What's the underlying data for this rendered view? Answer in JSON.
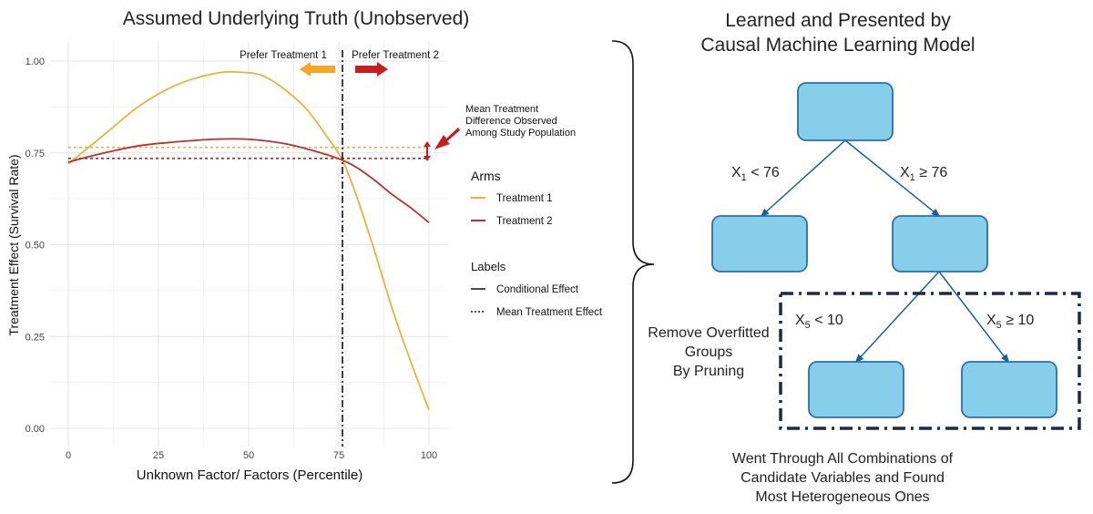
{
  "left_panel": {
    "title": "Assumed Underlying Truth (Unobserved)",
    "annotations": {
      "prefer_1": "Prefer Treatment 1",
      "prefer_2": "Prefer Treatment 2",
      "mean_diff": [
        "Mean Treatment",
        "Difference Observed",
        "Among Study Population"
      ],
      "arrow_colors": {
        "treatment_1": "#f5a623",
        "treatment_2": "#c81e1e"
      }
    },
    "legend": {
      "arms_title": "Arms",
      "arms": [
        "Treatment 1",
        "Treatment 2"
      ],
      "labels_title": "Labels",
      "labels": [
        "Conditional Effect",
        "Mean Treatment Effect"
      ]
    }
  },
  "chart_data": {
    "type": "line",
    "xlabel": "Unknown Factor/ Factors (Percentile)",
    "ylabel": "Treatment Effect (Survival Rate)",
    "xlim": [
      0,
      100
    ],
    "ylim": [
      0,
      1.0
    ],
    "xticks": [
      "0",
      "25",
      "50",
      "75",
      "100"
    ],
    "yticks": [
      "0.00",
      "0.25",
      "0.50",
      "0.75",
      "1.00"
    ],
    "grid": true,
    "vline_x": 76,
    "series": [
      {
        "name": "Treatment 1",
        "color": "#e8b33a",
        "x": [
          0,
          10,
          20,
          30,
          40,
          47,
          55,
          65,
          72,
          76,
          80,
          85,
          90,
          95,
          100
        ],
        "y": [
          0.72,
          0.8,
          0.88,
          0.935,
          0.965,
          0.97,
          0.955,
          0.88,
          0.79,
          0.73,
          0.63,
          0.48,
          0.32,
          0.18,
          0.05
        ]
      },
      {
        "name": "Treatment 2",
        "color": "#b5322e",
        "x": [
          0,
          10,
          20,
          30,
          40,
          50,
          60,
          70,
          76,
          80,
          85,
          90,
          95,
          100
        ],
        "y": [
          0.725,
          0.75,
          0.77,
          0.78,
          0.787,
          0.787,
          0.775,
          0.75,
          0.73,
          0.71,
          0.675,
          0.635,
          0.6,
          0.56
        ]
      }
    ],
    "mean_lines": [
      {
        "name": "Treatment 1",
        "color": "#e8b33a",
        "y": 0.765
      },
      {
        "name": "Treatment 2",
        "color": "#c81e1e",
        "y": 0.735
      }
    ]
  },
  "right_panel": {
    "title": [
      "Learned and Presented by",
      "Causal Machine Learning Model"
    ],
    "box_color": "#87ceeb",
    "box_border": "#2a6fb0",
    "split1": {
      "var": "X",
      "sub": "1",
      "left": " < 76",
      "right": " ≥ 76"
    },
    "split2": {
      "var": "X",
      "sub": "5",
      "left": " < 10",
      "right": " ≥ 10"
    },
    "prune_label": [
      "Remove Overfitted",
      "Groups",
      "By Pruning"
    ],
    "bottom_note": [
      "Went Through All Combinations of",
      "Candidate Variables and Found",
      "Most Heterogeneous Ones"
    ]
  }
}
